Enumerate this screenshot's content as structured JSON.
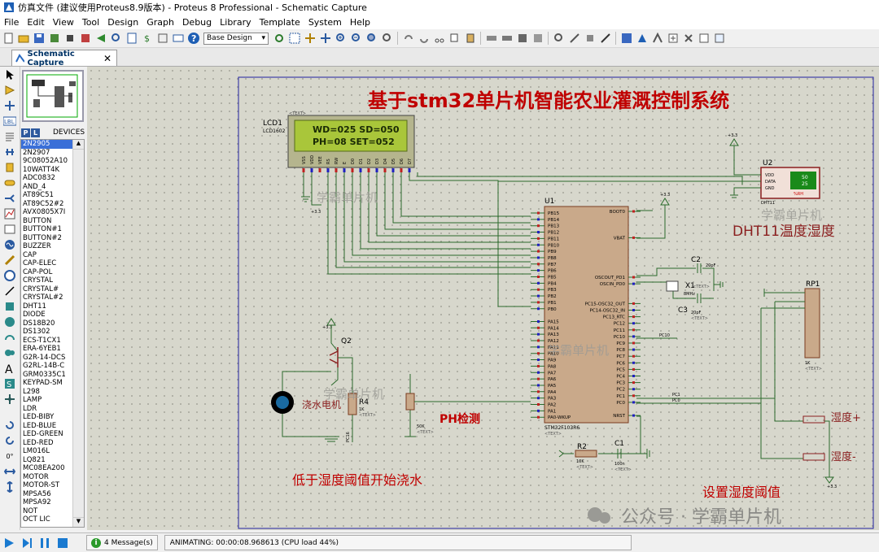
{
  "window": {
    "title": "仿真文件 (建议使用Proteus8.9版本) - Proteus 8 Professional - Schematic Capture"
  },
  "menu": [
    "File",
    "Edit",
    "View",
    "Tool",
    "Design",
    "Graph",
    "Debug",
    "Library",
    "Template",
    "System",
    "Help"
  ],
  "toolbar": {
    "layer_select": "Base Design"
  },
  "tab": {
    "label": "Schematic Capture"
  },
  "devices": {
    "p_label": "P",
    "l_label": "L",
    "header": "DEVICES",
    "items": [
      "2N2905",
      "2N2907",
      "9C08052A10",
      "10WATT4K",
      "ADC0832",
      "AND_4",
      "AT89C51",
      "AT89C52#2",
      "AVX0805X7I",
      "BUTTON",
      "BUTTON#1",
      "BUTTON#2",
      "BUZZER",
      "CAP",
      "CAP-ELEC",
      "CAP-POL",
      "CRYSTAL",
      "CRYSTAL#",
      "CRYSTAL#2",
      "DHT11",
      "DIODE",
      "DS18B20",
      "DS1302",
      "ECS-T1CX1",
      "ERA-6YEB1",
      "G2R-14-DCS",
      "G2RL-14B-C",
      "GRM0335C1",
      "KEYPAD-SM",
      "L298",
      "LAMP",
      "LDR",
      "LED-BIBY",
      "LED-BLUE",
      "LED-GREEN",
      "LED-RED",
      "LM016L",
      "LQ821",
      "MC08EA200",
      "MOTOR",
      "MOTOR-ST",
      "MPSA56",
      "MPSA92",
      "NOT",
      "OCT LIC"
    ],
    "selected_index": 0
  },
  "left_tool_labels": {
    "angle": "0°"
  },
  "schematic": {
    "title": "基于stm32单片机智能农业灌溉控制系统",
    "lcd": {
      "ref": "LCD1",
      "part": "LCD1602",
      "text_tag": "<TEXT>",
      "line1": "WD=025  SD=050",
      "line2": "  PH=08 SET=052",
      "pins": [
        "VSS",
        "VDD",
        "VEE",
        "RS",
        "RW",
        "E",
        "D0",
        "D1",
        "D2",
        "D3",
        "D4",
        "D5",
        "D6",
        "D7"
      ]
    },
    "mcu": {
      "ref": "U1",
      "part": "STM32F103R6",
      "text_tag": "<TEXT>",
      "left_pins": [
        "PB15",
        "PB14",
        "PB13",
        "PB12",
        "PB11",
        "PB10",
        "PB9",
        "PB8",
        "PB7",
        "PB6",
        "PB5",
        "PB4",
        "PB3",
        "PB2",
        "PB1",
        "PB0",
        "",
        "PA15",
        "PA14",
        "PA13",
        "PA12",
        "PA11",
        "PA10",
        "PA9",
        "PA8",
        "PA7",
        "PA6",
        "PA5",
        "PA4",
        "PA3",
        "PA2",
        "PA1",
        "PA0-WKUP"
      ],
      "right_pins": [
        "BOOT0",
        "",
        "",
        "",
        "VBAT",
        "",
        "",
        "",
        "",
        "",
        "OSCOUT_PD1",
        "OSCIN_PD0",
        "",
        "",
        "PC15-OSC32_OUT",
        "PC14-OSC32_IN",
        "PC13_RTC",
        "PC12",
        "PC11",
        "PC10",
        "PC9",
        "PC8",
        "PC7",
        "PC6",
        "PC5",
        "PC4",
        "PC3",
        "PC2",
        "PC1",
        "PC0",
        "",
        "NRST"
      ]
    },
    "dht": {
      "ref": "U2",
      "part": "DHT11",
      "pins": [
        "VDD",
        "DATA",
        "GND"
      ],
      "display_top": "50",
      "display_bottom": "25",
      "rh_label": "%RH",
      "caption": "DHT11温度湿度"
    },
    "crystal": {
      "ref": "X1",
      "freq": "8MHz",
      "text_tag": "<TEXT>"
    },
    "c2": {
      "ref": "C2",
      "value": "20pF"
    },
    "c3": {
      "ref": "C3",
      "value": "20pF",
      "text_tag": "<TEXT>"
    },
    "c1": {
      "ref": "C1",
      "value": "100n",
      "text_tag": "<TEXT>"
    },
    "r2": {
      "ref": "R2",
      "value": "10K",
      "text_tag": "<TEXT>"
    },
    "r4": {
      "ref": "R4",
      "value": "1K",
      "text_tag": "<TEXT>"
    },
    "rp1": {
      "ref": "RP1",
      "value": "1K",
      "text_tag": "<TEXT>"
    },
    "q2": {
      "ref": "Q2"
    },
    "pot": {
      "value": "50K",
      "text_tag": "<TEXT>"
    },
    "power_label": "+3.3",
    "net_pc10": "PC10",
    "net_pc1": "PC1",
    "net_pc0": "PC0",
    "net_pc16": "PC16",
    "motor_label": "浇水电机",
    "ph_label": "PH检测",
    "btn_plus": "湿度+",
    "btn_minus": "湿度-",
    "low_humidity_text": "低于湿度阈值开始浇水",
    "set_threshold_text": "设置湿度阈值",
    "watermarks": [
      "学霸单片机",
      "学霸单片机",
      "学霸单片机",
      "学霸单片机"
    ],
    "wechat_watermark": "公众号 · 学霸单片机"
  },
  "status": {
    "messages": "4 Message(s)",
    "animating": "ANIMATING: 00:00:08.968613 (CPU load 44%)"
  },
  "colors": {
    "schematic_bg": "#d7d7cc",
    "wire": "#2b6a2b",
    "component": "#8b1f1f",
    "title_red": "#c00000",
    "lcd_green": "#a9c63a"
  }
}
